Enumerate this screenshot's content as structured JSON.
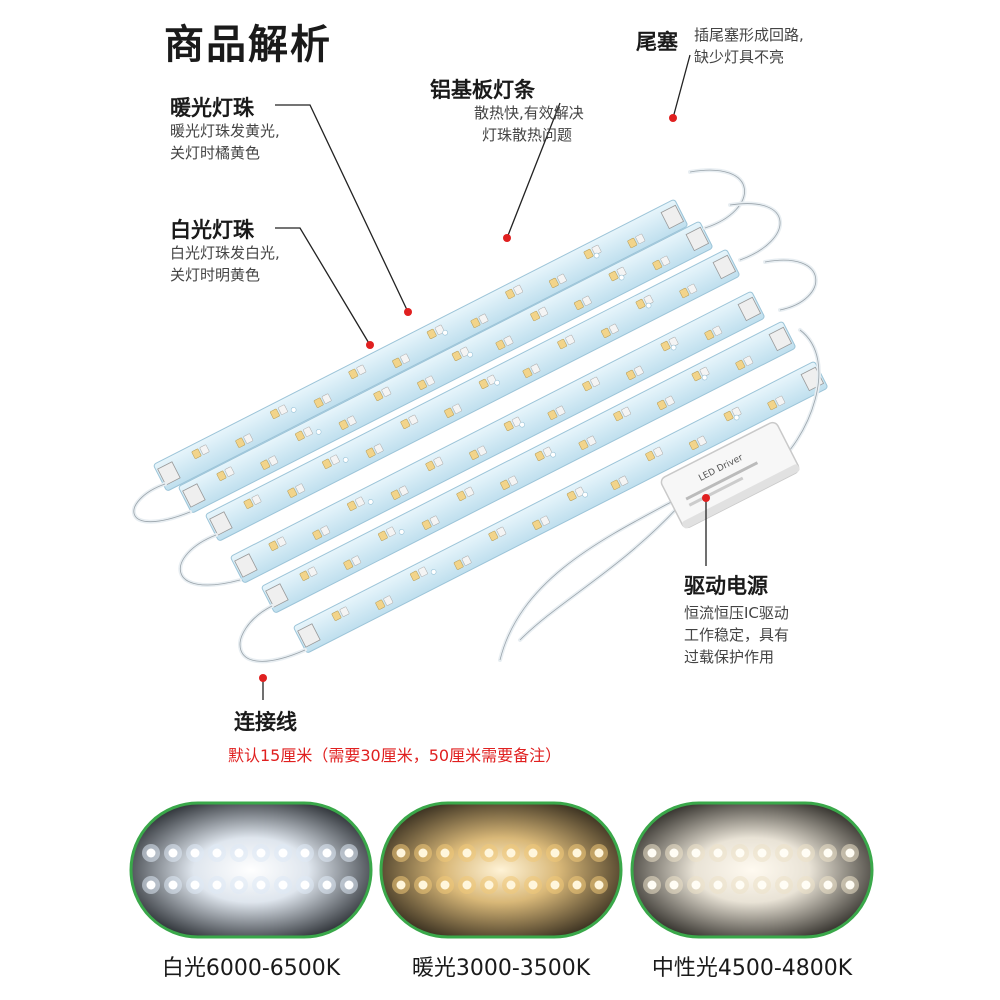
{
  "title": "商品解析",
  "annotations": {
    "warm_bead": {
      "head": "暖光灯珠",
      "lines": [
        "暖光灯珠发黄光,",
        "关灯时橘黄色"
      ]
    },
    "white_bead": {
      "head": "白光灯珠",
      "lines": [
        "白光灯珠发白光,",
        "关灯时明黄色"
      ]
    },
    "aluminum_strip": {
      "head": "铝基板灯条",
      "lines": [
        "散热快,有效解决",
        "灯珠散热问题"
      ]
    },
    "end_plug": {
      "head": "尾塞",
      "lines": [
        "插尾塞形成回路,",
        "缺少灯具不亮"
      ]
    },
    "driver": {
      "head": "驱动电源",
      "lines": [
        "恒流恒压IC驱动",
        "工作稳定，具有",
        "过载保护作用"
      ]
    },
    "connector": {
      "head": "连接线",
      "note": "默认15厘米（需要30厘米，50厘米需要备注）"
    }
  },
  "driver_label": "LED Driver",
  "colors": {
    "strip": "#d3ebf5",
    "strip_edge": "#9cc4d8",
    "warm_led": "#f2d48a",
    "white_led": "#f4f4f4",
    "accent_red": "#e02020",
    "pill_border": "#3aa84a"
  },
  "swatches": [
    {
      "label": "白光6000-6500K",
      "tone": "cool"
    },
    {
      "label": "暖光3000-3500K",
      "tone": "warm"
    },
    {
      "label": "中性光4500-4800K",
      "tone": "neutral"
    }
  ]
}
